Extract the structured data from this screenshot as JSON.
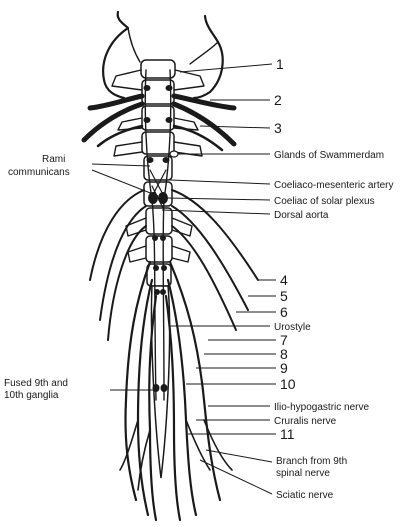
{
  "labels": {
    "n1": "1",
    "n2": "2",
    "n3": "3",
    "glands": "Glands of Swammerdam",
    "rami1": "Rami",
    "rami2": "communicans",
    "coeliaco": "Coeliaco-mesenteric artery",
    "coeliac": "Coeliac of solar plexus",
    "aorta": "Dorsal aorta",
    "n4": "4",
    "n5": "5",
    "n6": "6",
    "urostyle": "Urostyle",
    "n7": "7",
    "n8": "8",
    "n9": "9",
    "fused1": "Fused 9th and",
    "fused2": "10th ganglia",
    "n10": "10",
    "ilio": "Ilio-hypogastric nerve",
    "cruralis": "Cruralis nerve",
    "n11": "11",
    "branch1": "Branch from 9th",
    "branch2": "spinal nerve",
    "sciatic": "Sciatic nerve"
  }
}
